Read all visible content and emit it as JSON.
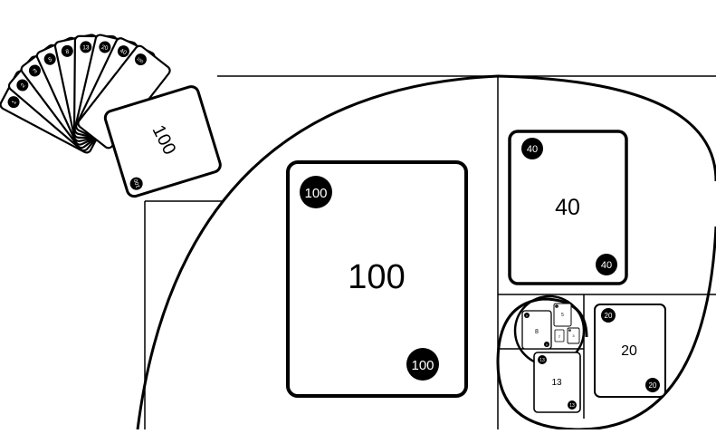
{
  "hand": {
    "fan_cards": [
      "1",
      "2",
      "3",
      "5",
      "8",
      "13",
      "20",
      "40",
      "100"
    ],
    "front_card": {
      "center": "100",
      "corner": "100"
    }
  },
  "golden_layout": {
    "card_100": {
      "center": "100",
      "corner_top": "100",
      "corner_bottom": "100"
    },
    "card_40": {
      "center": "40",
      "corner_top": "40",
      "corner_bottom": "40"
    },
    "card_20": {
      "center": "20",
      "corner_top": "20",
      "corner_bottom": "20"
    },
    "card_13": {
      "center": "13",
      "corner_top": "13",
      "corner_bottom": "13"
    },
    "card_8": {
      "center": "8",
      "corner_top": "8",
      "corner_bottom": "8"
    },
    "card_5": {
      "center": "5",
      "corner": "5"
    },
    "card_3": {
      "center": "3",
      "corner": "3"
    },
    "card_2": {
      "center": "2"
    }
  },
  "colors": {
    "ink": "#000000",
    "paper": "#ffffff"
  }
}
